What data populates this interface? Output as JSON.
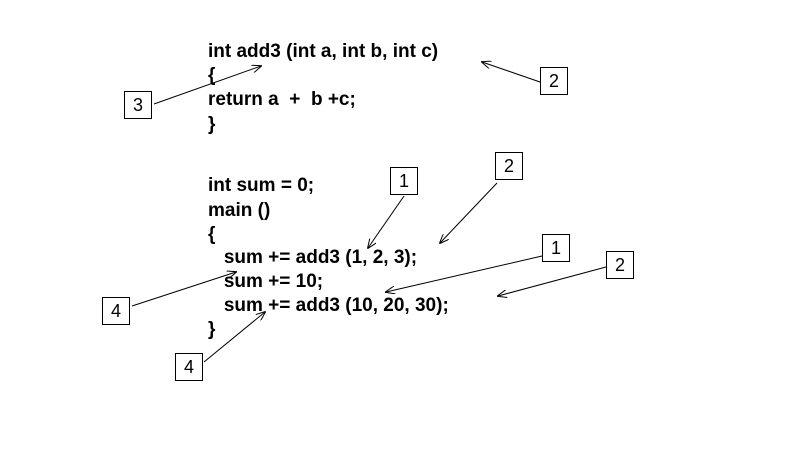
{
  "code": {
    "func_signature": "int add3 (int a, int b, int c)",
    "func_open": "{",
    "func_return": "return a  +  b +c;",
    "func_close": "}",
    "global_decl": "int sum = 0;",
    "main_sig": "main ()",
    "main_open": "{",
    "main_stmt1": "   sum += add3 (1, 2, 3);",
    "main_stmt2": "   sum += 10;",
    "main_stmt3": "   sum += add3 (10, 20, 30);",
    "main_close": "}"
  },
  "labels": {
    "box_3_signature_open": "3",
    "box_2_params": "2",
    "box_1_call_first": "1",
    "box_2_args_first": "2",
    "box_1_call_second": "1",
    "box_2_args_second": "2",
    "box_4_after_call": "4",
    "box_4_after_assign": "4"
  }
}
